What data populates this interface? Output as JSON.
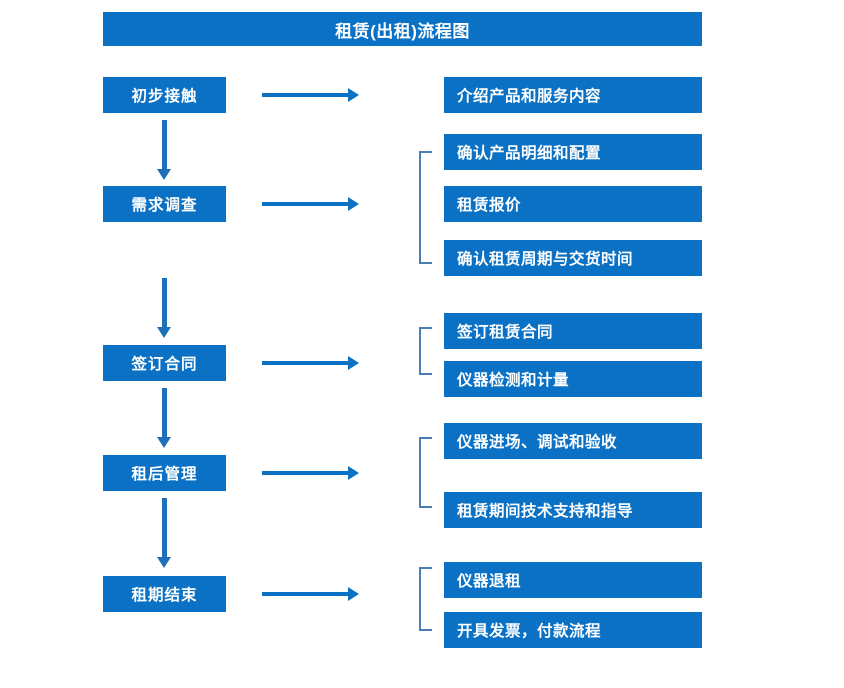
{
  "diagram": {
    "title": "租赁(出租)流程图",
    "theme": {
      "primary": "#0a71c4",
      "arrow": "#1f70b8",
      "bracket": "#4a7fb5",
      "text_on_primary": "#ffffff",
      "background": "#ffffff"
    },
    "stages": [
      {
        "id": "stage-1",
        "label": "初步接触"
      },
      {
        "id": "stage-2",
        "label": "需求调查"
      },
      {
        "id": "stage-3",
        "label": "签订合同"
      },
      {
        "id": "stage-4",
        "label": "租后管理"
      },
      {
        "id": "stage-5",
        "label": "租期结束"
      }
    ],
    "details": [
      {
        "id": "detail-1",
        "label": "介绍产品和服务内容"
      },
      {
        "id": "detail-2",
        "label": "确认产品明细和配置"
      },
      {
        "id": "detail-3",
        "label": "租赁报价"
      },
      {
        "id": "detail-4",
        "label": "确认租赁周期与交货时间"
      },
      {
        "id": "detail-5",
        "label": "签订租赁合同"
      },
      {
        "id": "detail-6",
        "label": "仪器检测和计量"
      },
      {
        "id": "detail-7",
        "label": "仪器进场、调试和验收"
      },
      {
        "id": "detail-8",
        "label": "租赁期间技术支持和指导"
      },
      {
        "id": "detail-9",
        "label": "仪器退租"
      },
      {
        "id": "detail-10",
        "label": "开具发票，付款流程"
      }
    ],
    "connectors": {
      "stage_to_detail_arrows": 5,
      "stage_to_stage_arrows": 4,
      "group_brackets": 4
    }
  }
}
